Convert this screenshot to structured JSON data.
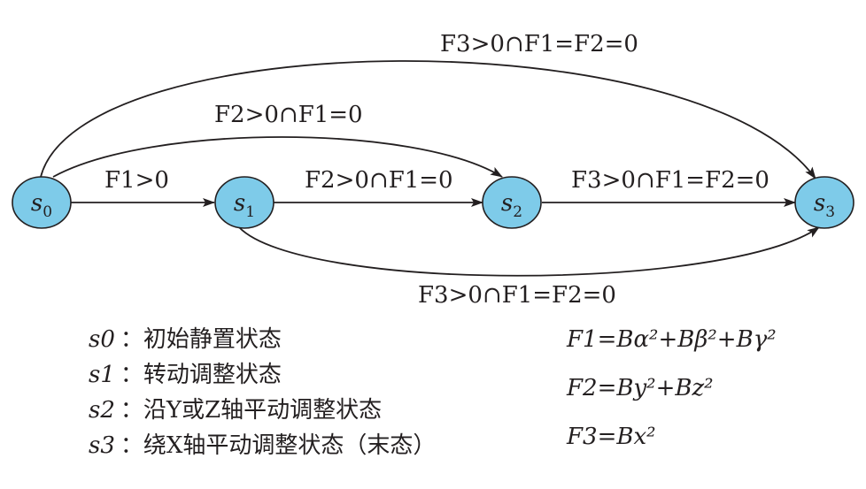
{
  "nodes": [
    {
      "id": "s0",
      "var": "s",
      "sub": "0"
    },
    {
      "id": "s1",
      "var": "s",
      "sub": "1"
    },
    {
      "id": "s2",
      "var": "s",
      "sub": "2"
    },
    {
      "id": "s3",
      "var": "s",
      "sub": "3"
    }
  ],
  "edges": [
    {
      "from": "s0",
      "to": "s1",
      "condition": "F1>0"
    },
    {
      "from": "s1",
      "to": "s2",
      "condition": "F2>0∩F1=0"
    },
    {
      "from": "s2",
      "to": "s3",
      "condition": "F3>0∩F1=F2=0"
    },
    {
      "from": "s0",
      "to": "s2",
      "condition": "F2>0∩F1=0"
    },
    {
      "from": "s0",
      "to": "s3",
      "condition": "F3>0∩F1=F2=0"
    },
    {
      "from": "s1",
      "to": "s3",
      "condition": "F3>0∩F1=F2=0"
    }
  ],
  "legend": [
    {
      "state": "s0",
      "description": "初始静置状态"
    },
    {
      "state": "s1",
      "description": "转动调整状态"
    },
    {
      "state": "s2",
      "description": "沿Y或Z轴平动调整状态"
    },
    {
      "state": "s3",
      "description": "绕X轴平动调整状态（末态）"
    }
  ],
  "formulas": [
    "F1=Bα²+Bβ²+Bγ²",
    "F2=By²+Bz²",
    "F3=Bx²"
  ],
  "colors": {
    "node_fill": "#7ecbe9",
    "stroke": "#231f20"
  }
}
